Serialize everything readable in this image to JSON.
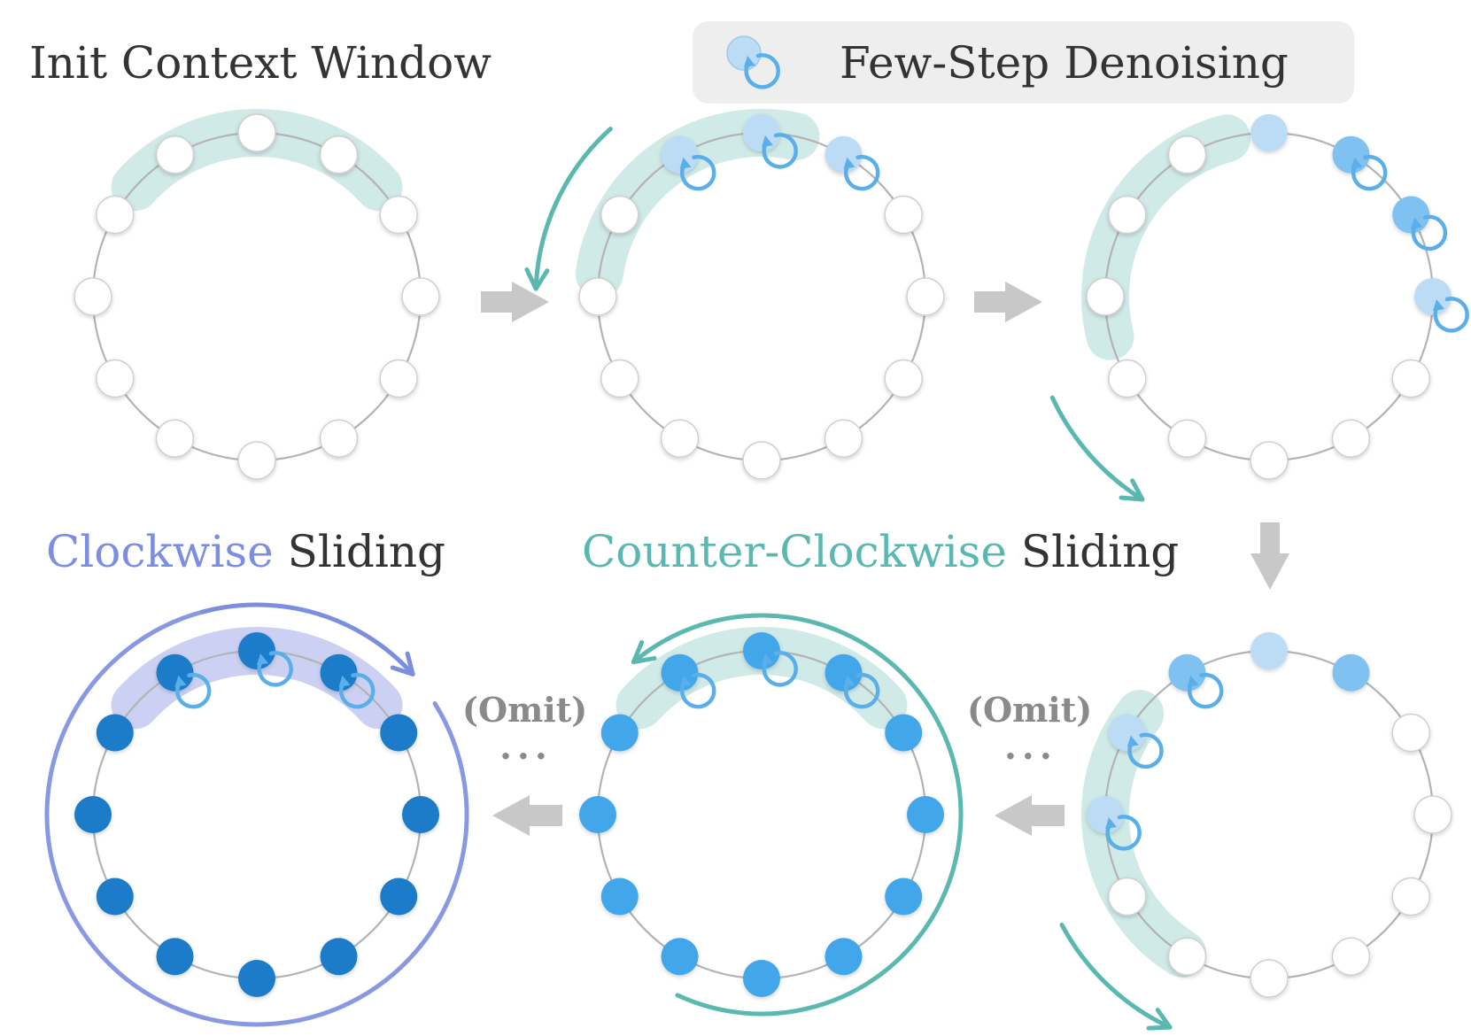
{
  "labels": {
    "init": "Init Context Window",
    "few_step": "Few-Step Denoising",
    "clockwise_word": "Clockwise",
    "ccw_word": "Counter-Clockwise",
    "sliding": " Sliding",
    "omit": "(Omit)",
    "ellipsis": "···"
  },
  "colors": {
    "ring": "#b3b3b3",
    "node_empty": "#ffffff",
    "node_stroke": "#d0d0d0",
    "teal": "#5bb8b0",
    "teal_band": "#cde9e6",
    "purple": "#7b8ee0",
    "purple_band": "#c9cff3",
    "pale_blue": "#bcdcf5",
    "mid_blue": "#7fc1f0",
    "blue": "#42a6ea",
    "dark_blue": "#1a7cc9",
    "loop": "#5aafea",
    "flow_arrow": "#c8c8c8",
    "legend_bg": "#eeeeee"
  },
  "icons": {
    "denoise": "self-loop-arrow-icon",
    "flow": "block-arrow-icon",
    "slide": "curved-arrow-icon"
  },
  "node_count": 12,
  "panels": [
    {
      "id": "init-context-window",
      "fills": [
        "e",
        "e",
        "e",
        "e",
        "e",
        "e",
        "e",
        "e",
        "e",
        "e",
        "e",
        "e"
      ],
      "loops": [],
      "window": "top"
    },
    {
      "id": "denoise-step-1",
      "fills": [
        "p",
        "p",
        "e",
        "e",
        "e",
        "e",
        "e",
        "e",
        "e",
        "e",
        "e",
        "p"
      ],
      "loops": [
        0,
        1,
        11
      ],
      "window": "upper-left"
    },
    {
      "id": "denoise-step-2",
      "fills": [
        "p",
        "m",
        "m",
        "p",
        "e",
        "e",
        "e",
        "e",
        "e",
        "e",
        "e",
        "e"
      ],
      "loops": [
        1,
        2,
        3
      ],
      "window": "left"
    },
    {
      "id": "denoise-step-n",
      "fills": [
        "p",
        "m",
        "e",
        "e",
        "e",
        "e",
        "e",
        "e",
        "e",
        "p",
        "p",
        "m"
      ],
      "loops": [
        9,
        10,
        11
      ],
      "window": "lower-left"
    },
    {
      "id": "counter-clockwise-result",
      "fills": [
        "b",
        "b",
        "b",
        "b",
        "b",
        "b",
        "b",
        "b",
        "b",
        "b",
        "b",
        "b"
      ],
      "loops": [
        0,
        1,
        11
      ],
      "window": "top"
    },
    {
      "id": "clockwise-result",
      "fills": [
        "d",
        "d",
        "d",
        "d",
        "d",
        "d",
        "d",
        "d",
        "d",
        "d",
        "d",
        "d"
      ],
      "loops": [
        0,
        1,
        11
      ],
      "window": "top"
    }
  ]
}
